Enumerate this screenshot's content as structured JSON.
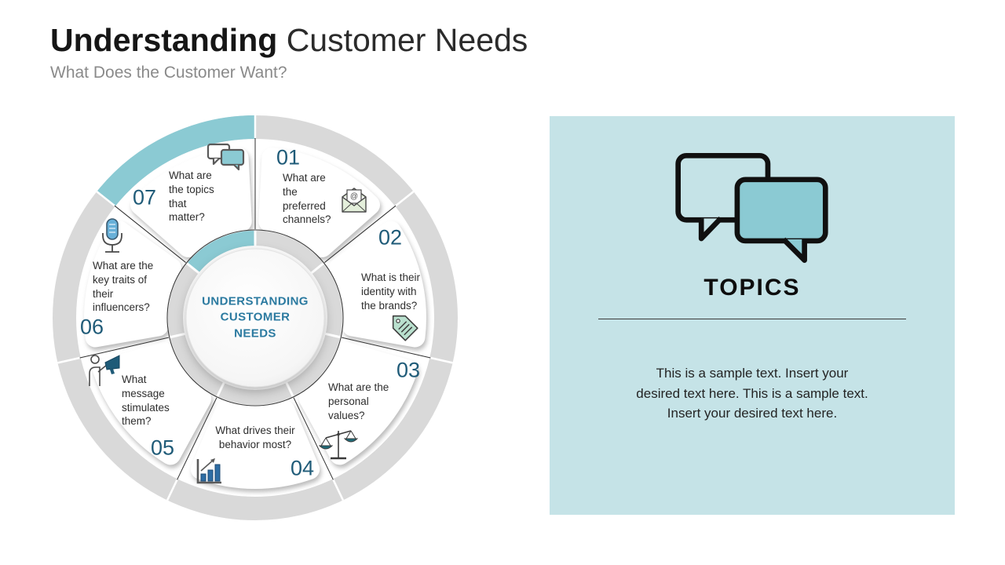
{
  "header": {
    "title_emphasis": "Understanding",
    "title_rest": " Customer Needs",
    "subtitle": "What Does the Customer Want?"
  },
  "diagram": {
    "center_label": "UNDERSTANDING\nCUSTOMER\nNEEDS",
    "highlighted_segment": "07",
    "segments": [
      {
        "number": "01",
        "question": "What are the preferred channels?",
        "icon": "email-envelope-icon"
      },
      {
        "number": "02",
        "question": "What is their identity with the brands?",
        "icon": "price-tag-icon"
      },
      {
        "number": "03",
        "question": "What are the personal values?",
        "icon": "balance-scales-icon"
      },
      {
        "number": "04",
        "question": "What drives their behavior most?",
        "icon": "bar-chart-icon"
      },
      {
        "number": "05",
        "question": "What message stimulates them?",
        "icon": "megaphone-person-icon"
      },
      {
        "number": "06",
        "question": "What are the key traits of their influencers?",
        "icon": "microphone-icon"
      },
      {
        "number": "07",
        "question": "What are the topics that matter?",
        "icon": "chat-bubbles-icon"
      }
    ]
  },
  "panel": {
    "title": "TOPICS",
    "icon": "chat-bubbles-icon",
    "body": "This is a sample text. Insert your desired text here. This is a sample text. Insert your desired text here."
  },
  "colors": {
    "accent_teal": "#8BCAD3",
    "panel_background": "#C5E3E7",
    "ring_gray": "#D9D9D9",
    "number_color": "#1F5B78",
    "center_text_color": "#2B7AA0"
  }
}
